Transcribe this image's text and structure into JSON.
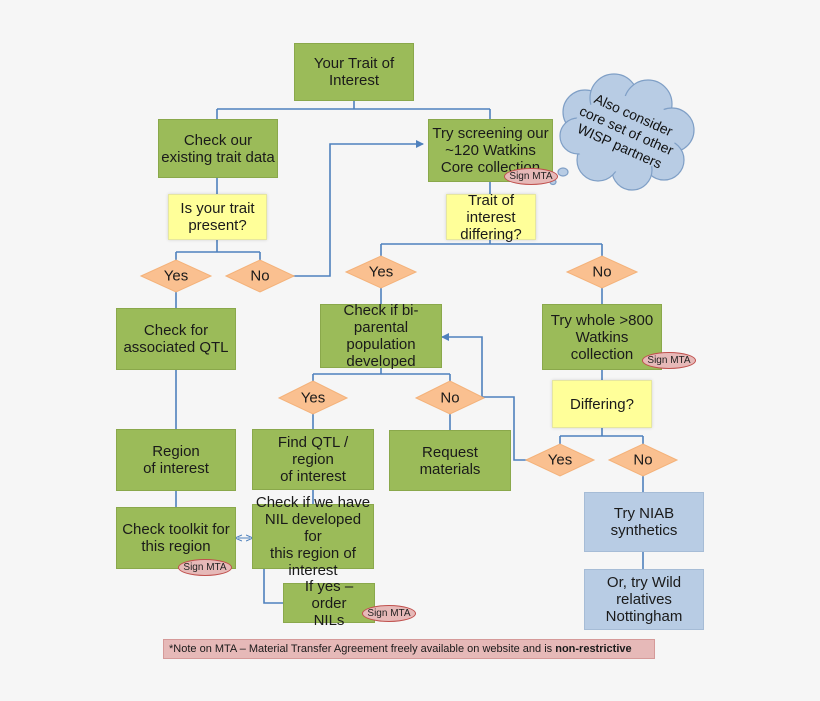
{
  "nodes": {
    "trait_of_interest": "Your Trait of\nInterest",
    "check_existing": "Check our\nexisting trait data",
    "is_trait_present": "Is your trait\npresent?",
    "try_screening": "Try screening our\n~120 Watkins\nCore collection",
    "trait_differing": "Trait of\ninterest\ndiffering?",
    "check_qtl": "Check for\nassociated QTL",
    "check_biparental": "Check if bi-\nparental\npopulation\ndeveloped",
    "try_whole": "Try whole >800\nWatkins collection",
    "differing": "Differing?",
    "region_of_interest": "Region\nof interest",
    "find_qtl": "Find QTL / region\nof interest",
    "request_materials": "Request\nmaterials",
    "check_toolkit": "Check toolkit for\nthis region",
    "check_nil": "Check if we have\nNIL developed for\nthis region of\ninterest",
    "order_nils": "If yes – order\nNILs",
    "try_niab": "Try NIAB\nsynthetics",
    "try_wild": "Or, try Wild\nrelatives\nNottingham"
  },
  "decisions": {
    "yes_1": "Yes",
    "no_1": "No",
    "yes_2": "Yes",
    "no_2": "No",
    "yes_3": "Yes",
    "no_3": "No",
    "yes_4": "Yes",
    "no_4": "No"
  },
  "mta_label": "Sign MTA",
  "cloud": {
    "line1": "Also consider",
    "line2": "core set of other",
    "line3": "WISP partners"
  },
  "note": {
    "text": "*Note on MTA – Material Transfer Agreement freely available on website and is ",
    "emphasis": "non-restrictive"
  },
  "colors": {
    "green": "#9bbb59",
    "yellow": "#ffff99",
    "blue": "#b8cce4",
    "diamond": "#fac090",
    "mta": "#e6b9b8",
    "cloud": "#b8cce4",
    "connector": "#4f81bd"
  }
}
